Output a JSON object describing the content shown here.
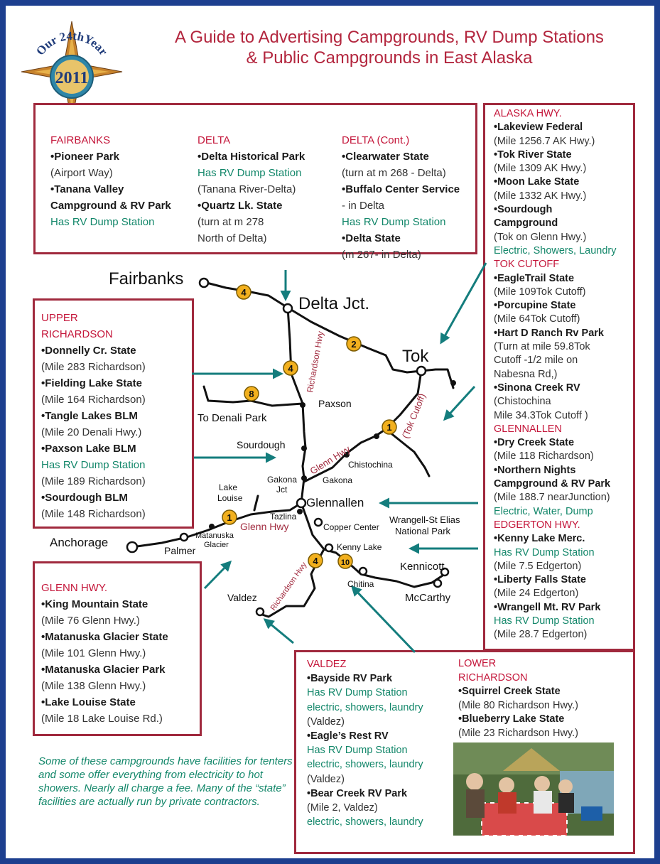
{
  "title_line1": "A Guide to Advertising Campgrounds, RV Dump Stations",
  "title_line2": "& Public Campgrounds in East Alaska",
  "logo": {
    "top_text": "Our 24thYear",
    "year": "2011",
    "icon": "compass-rose-icon"
  },
  "colors": {
    "frame": "#1d3f8f",
    "box_border": "#a0293d",
    "heading": "#c4163a",
    "dump_text": "#13876a",
    "badge": "#f2b01e",
    "arrow": "#147d7d"
  },
  "fairbanks": {
    "heading": "FAIRBANKS",
    "lines": [
      {
        "t": "Pioneer Park",
        "s": "n"
      },
      {
        "t": "(Airport Way)",
        "s": "d"
      },
      {
        "t": "Tanana Valley",
        "s": "n"
      },
      {
        "t": "Campground & RV Park",
        "s": "n2"
      },
      {
        "t": "Has RV Dump Station",
        "s": "g"
      }
    ]
  },
  "delta": {
    "heading": "DELTA",
    "lines": [
      {
        "t": "Delta Historical Park",
        "s": "n"
      },
      {
        "t": "Has RV Dump Station",
        "s": "g"
      },
      {
        "t": "(Tanana River-Delta)",
        "s": "d"
      },
      {
        "t": "Quartz Lk. State",
        "s": "n"
      },
      {
        "t": "(turn at m 278",
        "s": "d"
      },
      {
        "t": "North of Delta)",
        "s": "d"
      }
    ]
  },
  "delta_cont": {
    "heading": "DELTA (Cont.)",
    "lines": [
      {
        "t": "Clearwater State",
        "s": "n"
      },
      {
        "t": "(turn at m 268 - Delta)",
        "s": "d"
      },
      {
        "t": "Buffalo Center Service",
        "s": "n"
      },
      {
        "t": "- in Delta",
        "s": "d"
      },
      {
        "t": "Has RV Dump Station",
        "s": "g"
      },
      {
        "t": "Delta State",
        "s": "n"
      },
      {
        "t": "(m 267- in Delta)",
        "s": "d"
      }
    ]
  },
  "right_column": [
    {
      "t": "ALASKA HWY.",
      "s": "h"
    },
    {
      "t": "Lakeview Federal",
      "s": "n"
    },
    {
      "t": "(Mile 1256.7 AK Hwy.)",
      "s": "d"
    },
    {
      "t": "Tok River State",
      "s": "n"
    },
    {
      "t": "(Mile 1309 AK Hwy.)",
      "s": "d"
    },
    {
      "t": "Moon Lake State",
      "s": "n"
    },
    {
      "t": "(Mile 1332 AK Hwy.)",
      "s": "d"
    },
    {
      "t": "Sourdough",
      "s": "n"
    },
    {
      "t": "Campground",
      "s": "n2"
    },
    {
      "t": "(Tok on Glenn Hwy.)",
      "s": "d"
    },
    {
      "t": "Electric, Showers, Laundry",
      "s": "g"
    },
    {
      "t": "TOK CUTOFF",
      "s": "h"
    },
    {
      "t": "EagleTrail State",
      "s": "n"
    },
    {
      "t": "(Mile 109Tok Cutoff)",
      "s": "d"
    },
    {
      "t": "Porcupine State",
      "s": "n"
    },
    {
      "t": "(Mile 64Tok Cutoff)",
      "s": "d"
    },
    {
      "t": "Hart D Ranch Rv Park",
      "s": "n"
    },
    {
      "t": "(Turn at mile 59.8Tok",
      "s": "d"
    },
    {
      "t": "Cutoff -1/2 mile on",
      "s": "d"
    },
    {
      "t": "Nabesna Rd,)",
      "s": "d"
    },
    {
      "t": "Sinona Creek RV",
      "s": "n"
    },
    {
      "t": "(Chistochina",
      "s": "d"
    },
    {
      "t": "Mile 34.3Tok Cutoff )",
      "s": "d"
    },
    {
      "t": "GLENNALLEN",
      "s": "h"
    },
    {
      "t": "Dry Creek State",
      "s": "n"
    },
    {
      "t": "(Mile 118 Richardson)",
      "s": "d"
    },
    {
      "t": "Northern Nights",
      "s": "n"
    },
    {
      "t": "Campground & RV Park",
      "s": "n2"
    },
    {
      "t": "(Mile 188.7 nearJunction)",
      "s": "d"
    },
    {
      "t": "Electric, Water, Dump",
      "s": "g"
    },
    {
      "t": "EDGERTON HWY.",
      "s": "h"
    },
    {
      "t": "Kenny Lake Merc.",
      "s": "n"
    },
    {
      "t": "Has RV Dump Station",
      "s": "g"
    },
    {
      "t": "(Mile 7.5 Edgerton)",
      "s": "d"
    },
    {
      "t": "Liberty Falls State",
      "s": "n"
    },
    {
      "t": "(Mile 24 Edgerton)",
      "s": "d"
    },
    {
      "t": "Wrangell Mt. RV Park",
      "s": "n"
    },
    {
      "t": "Has RV Dump Station",
      "s": "g"
    },
    {
      "t": "(Mile 28.7 Edgerton)",
      "s": "d"
    }
  ],
  "upper_richardson": {
    "heading1": "UPPER",
    "heading2": "RICHARDSON",
    "lines": [
      {
        "t": "Donnelly Cr. State",
        "s": "n"
      },
      {
        "t": "(Mile 283 Richardson)",
        "s": "d"
      },
      {
        "t": "Fielding Lake State",
        "s": "n"
      },
      {
        "t": "(Mile 164 Richardson)",
        "s": "d"
      },
      {
        "t": "Tangle Lakes BLM",
        "s": "n"
      },
      {
        "t": "(Mile 20 Denali Hwy.)",
        "s": "d"
      },
      {
        "t": "Paxson Lake BLM",
        "s": "n"
      },
      {
        "t": "Has RV Dump Station",
        "s": "g"
      },
      {
        "t": "(Mile 189 Richardson)",
        "s": "d"
      },
      {
        "t": "Sourdough BLM",
        "s": "n"
      },
      {
        "t": "(Mile 148 Richardson)",
        "s": "d"
      }
    ]
  },
  "glenn_hwy": {
    "heading": "GLENN HWY.",
    "lines": [
      {
        "t": "King Mountain State",
        "s": "n"
      },
      {
        "t": "(Mile 76 Glenn Hwy.)",
        "s": "d"
      },
      {
        "t": "Matanuska Glacier State",
        "s": "n"
      },
      {
        "t": "(Mile 101 Glenn Hwy.)",
        "s": "d"
      },
      {
        "t": "Matanuska Glacier Park",
        "s": "n"
      },
      {
        "t": "(Mile 138 Glenn Hwy.)",
        "s": "d"
      },
      {
        "t": "Lake Louise State",
        "s": "n"
      },
      {
        "t": "(Mile 18 Lake Louise Rd.)",
        "s": "d"
      }
    ]
  },
  "valdez": {
    "heading": "VALDEZ",
    "lines": [
      {
        "t": "Bayside RV Park",
        "s": "n"
      },
      {
        "t": "Has RV Dump Station",
        "s": "g"
      },
      {
        "t": "electric, showers, laundry",
        "s": "g"
      },
      {
        "t": "(Valdez)",
        "s": "d"
      },
      {
        "t": "Eagle’s Rest RV",
        "s": "n"
      },
      {
        "t": "Has RV Dump Station",
        "s": "g"
      },
      {
        "t": "electric, showers, laundry",
        "s": "g"
      },
      {
        "t": "(Valdez)",
        "s": "d"
      },
      {
        "t": "Bear Creek RV Park",
        "s": "n"
      },
      {
        "t": "(Mile 2, Valdez)",
        "s": "d"
      },
      {
        "t": "electric, showers, laundry",
        "s": "g"
      }
    ]
  },
  "lower_richardson": {
    "heading1": "LOWER",
    "heading2": "RICHARDSON",
    "lines": [
      {
        "t": "Squirrel Creek State",
        "s": "n"
      },
      {
        "t": "(Mile 80 Richardson Hwy.)",
        "s": "d"
      },
      {
        "t": "Blueberry Lake State",
        "s": "n"
      },
      {
        "t": "(Mile 23 Richardson Hwy.)",
        "s": "d"
      }
    ]
  },
  "note": "Some of these campgrounds have facilities for tenters and some offer everything from electricity to hot showers. Nearly all charge a fee. Many of the “state” facilities are actually run by private contractors.",
  "map": {
    "fairbanks": "Fairbanks",
    "delta_jct": "Delta Jct.",
    "tok": "Tok",
    "to_denali": "To Denali Park",
    "paxson": "Paxson",
    "sourdough": "Sourdough",
    "gakona": "Gakona",
    "gakona_jct_1": "Gakona",
    "gakona_jct_2": "Jct",
    "chistochina": "Chistochina",
    "glennallen": "Glennallen",
    "tazlina": "Tazlina",
    "lake_louise_1": "Lake",
    "lake_louise_2": "Louise",
    "copper_center": "Copper Center",
    "wrangell_1": "Wrangell-St Elias",
    "wrangell_2": "National Park",
    "kenny_lake": "Kenny Lake",
    "kennicott": "Kennicott",
    "mccarthy": "McCarthy",
    "chitina": "Chitina",
    "valdez": "Valdez",
    "anchorage": "Anchorage",
    "palmer": "Palmer",
    "matanuska_1": "Matanuska",
    "matanuska_2": "Glacier",
    "richardson_hwy": "Richardson Hwy",
    "glenn_hwy_upper": "Glenn Hwy",
    "glenn_hwy_lower": "Glenn Hwy",
    "tok_cutoff": "(Tok Cutoff)",
    "richardson_hwy_lower": "Richardson Hwy",
    "badges": [
      "4",
      "2",
      "4",
      "8",
      "1",
      "1",
      "4",
      "10"
    ]
  },
  "photo": {
    "icon": "campsite-photo"
  }
}
